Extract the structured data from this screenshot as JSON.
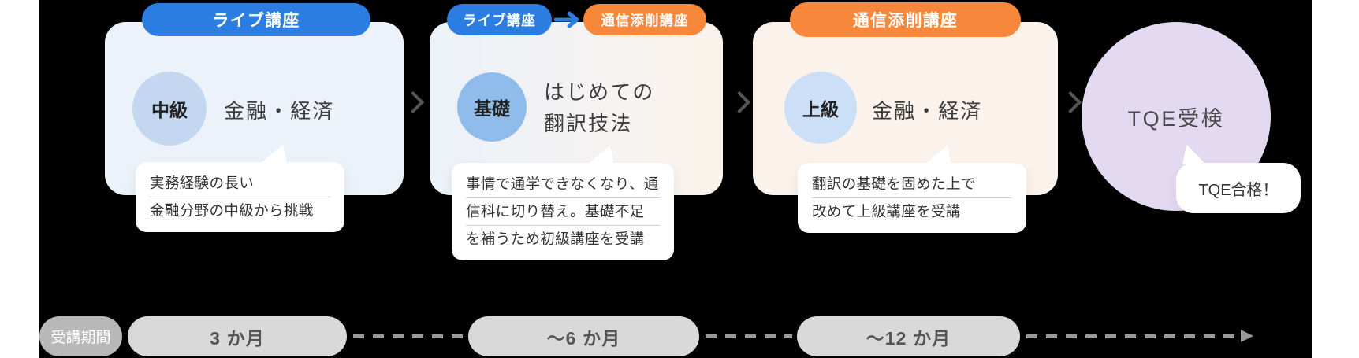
{
  "colors": {
    "page_margin": "#ffffff",
    "live_badge": "#2b7de1",
    "correspondence_badge": "#f6873b",
    "card1_bg": "#ecf2fa",
    "card2_bg_left": "#ecf2fa",
    "card2_bg_right": "#fbf3eb",
    "card3_bg": "#fbf3eb",
    "level_circle_light": "#c3d8f0",
    "level_circle_medium": "#8fbceb",
    "level_circle_lighter": "#cbdff6",
    "tqe_circle": "#e3d9f1",
    "timeline_label_pill": "#b8b8b8",
    "timeline_duration_pill": "#d9d9d9",
    "dash_color": "#999999"
  },
  "stages": [
    {
      "badge": "ライブ講座",
      "level": "中級",
      "subject": "金融・経済",
      "note_lines": [
        "実務経験の長い",
        "金融分野の中級から挑戦"
      ]
    },
    {
      "badge_from": "ライブ講座",
      "badge_to": "通信添削講座",
      "level": "基礎",
      "subject_lines": [
        "はじめての",
        "翻訳技法"
      ],
      "note_lines": [
        "事情で通学できなくなり、通",
        "信科に切り替え。基礎不足",
        "を補うため初級講座を受講"
      ]
    },
    {
      "badge": "通信添削講座",
      "level": "上級",
      "subject": "金融・経済",
      "note_lines": [
        "翻訳の基礎を固めた上で",
        "改めて上級講座を受講"
      ]
    }
  ],
  "goal": {
    "circle_label": "TQE受検",
    "note": "TQE合格！"
  },
  "timeline": {
    "label": "受講期間",
    "durations": [
      "3 か月",
      "〜6 か月",
      "〜12 か月"
    ]
  }
}
